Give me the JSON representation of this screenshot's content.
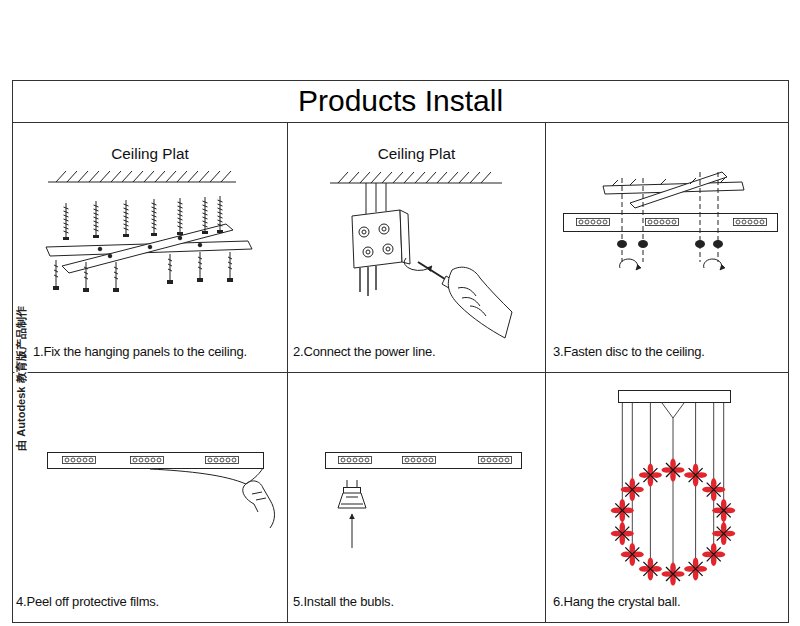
{
  "diagram": {
    "title": "Products Install",
    "nodes": [
      {
        "text": [
          "Ceiling Plat",
          "1.Fix the hanging panels to the ceiling."
        ]
      },
      {
        "text": [
          "Ceiling Plat",
          "2.Connect the power line."
        ]
      },
      {
        "text": [
          "3.Fasten disc to the ceiling."
        ]
      },
      {
        "text": [
          "4.Peel off protective films."
        ]
      },
      {
        "text": [
          "5.Install the bubls."
        ]
      },
      {
        "text": [
          "6.Hang the crystal ball."
        ]
      }
    ],
    "labels": [
      "由 Autodesk 教育版产品制作"
    ]
  }
}
